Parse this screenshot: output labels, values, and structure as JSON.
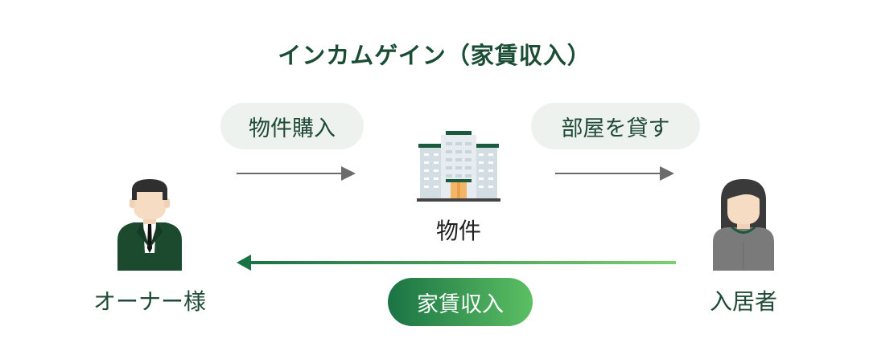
{
  "title": "インカムゲイン（家賃収入）",
  "flow": {
    "purchase_label": "物件購入",
    "lend_label": "部屋を貸す",
    "income_label": "家賃収入"
  },
  "nodes": {
    "owner_label": "オーナー様",
    "property_label": "物件",
    "tenant_label": "入居者"
  },
  "colors": {
    "brand_dark_green": "#1b4d35",
    "gradient_start": "#1a7344",
    "gradient_end": "#5cbf63",
    "pill_bg": "#eef2ee",
    "arrow_gray": "#6b6b6b"
  }
}
